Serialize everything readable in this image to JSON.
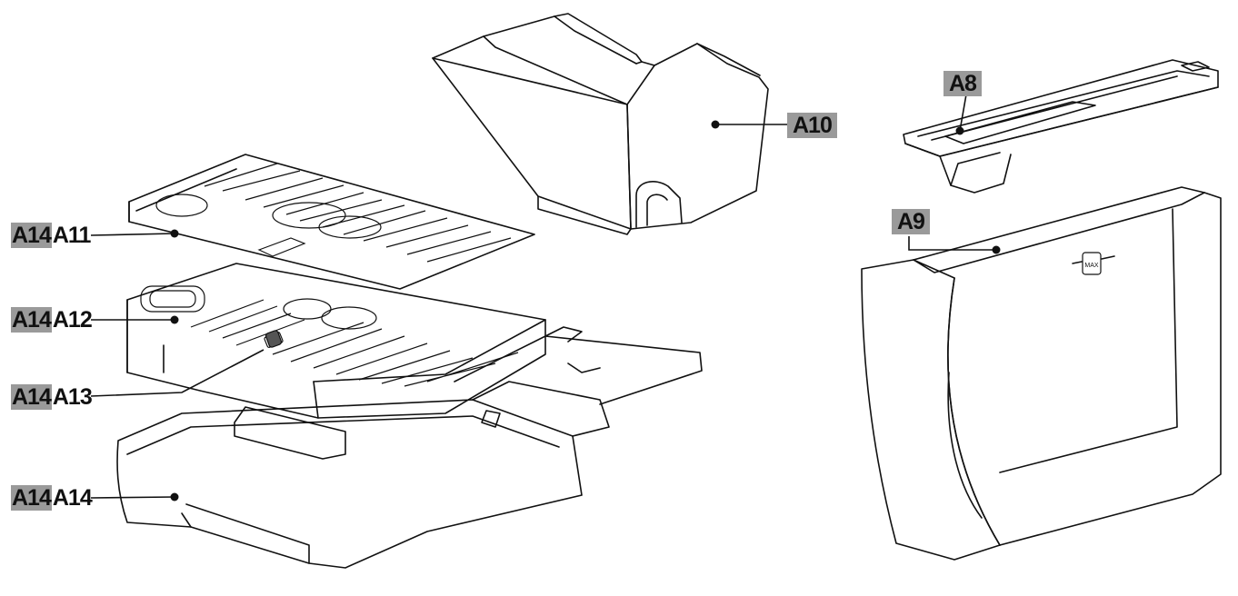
{
  "labels": {
    "a8": {
      "code": "A8"
    },
    "a9": {
      "code": "A9"
    },
    "a10": {
      "code": "A10"
    },
    "a11": {
      "prefix": "A14",
      "code": "A11"
    },
    "a12": {
      "prefix": "A14",
      "code": "A12"
    },
    "a13": {
      "prefix": "A14",
      "code": "A13"
    },
    "a14": {
      "prefix": "A14",
      "code": "A14"
    }
  },
  "tank_mark": "MAX",
  "colors": {
    "label_highlight": "#9a9a9a",
    "tank_grip": "#a6a6a6",
    "line": "#111111"
  }
}
